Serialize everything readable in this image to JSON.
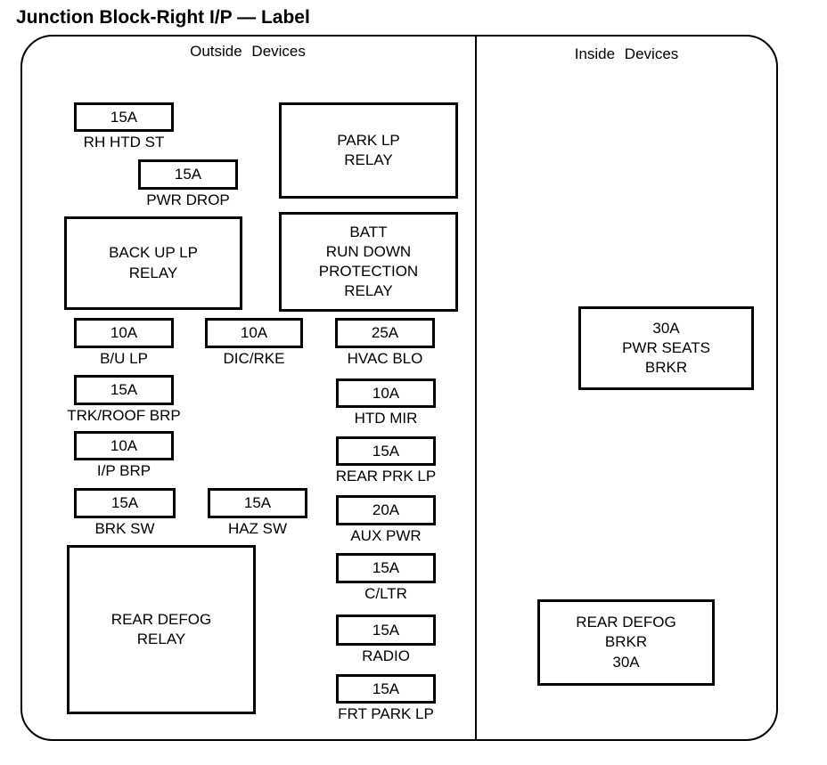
{
  "title": "Junction Block-Right I/P — Label",
  "panels": {
    "outside_header": "Outside Devices",
    "inside_header": "Inside Devices"
  },
  "fuses": {
    "rh_htd_st": {
      "amp": "15A",
      "label": "RH HTD ST"
    },
    "pwr_drop": {
      "amp": "15A",
      "label": "PWR DROP"
    },
    "bu_lp": {
      "amp": "10A",
      "label": "B/U LP"
    },
    "dic_rke": {
      "amp": "10A",
      "label": "DIC/RKE"
    },
    "hvac_blo": {
      "amp": "25A",
      "label": "HVAC BLO"
    },
    "trk_roof_brp": {
      "amp": "15A",
      "label": "TRK/ROOF BRP"
    },
    "htd_mir": {
      "amp": "10A",
      "label": "HTD MIR"
    },
    "ip_brp": {
      "amp": "10A",
      "label": "I/P BRP"
    },
    "rear_prk_lp": {
      "amp": "15A",
      "label": "REAR PRK LP"
    },
    "brk_sw": {
      "amp": "15A",
      "label": "BRK SW"
    },
    "haz_sw": {
      "amp": "15A",
      "label": "HAZ SW"
    },
    "aux_pwr": {
      "amp": "20A",
      "label": "AUX PWR"
    },
    "cltr": {
      "amp": "15A",
      "label": "C/LTR"
    },
    "radio": {
      "amp": "15A",
      "label": "RADIO"
    },
    "frt_park_lp": {
      "amp": "15A",
      "label": "FRT PARK LP"
    }
  },
  "relays": {
    "park_lp": {
      "text": "PARK LP\nRELAY"
    },
    "back_up_lp": {
      "text": "BACK UP LP\nRELAY"
    },
    "batt_run_down": {
      "text": "BATT\nRUN DOWN\nPROTECTION\nRELAY"
    },
    "rear_defog": {
      "text": "REAR DEFOG\nRELAY"
    }
  },
  "breakers": {
    "pwr_seats": {
      "text": "30A\nPWR SEATS\nBRKR"
    },
    "rear_defog": {
      "text": "REAR DEFOG\nBRKR\n30A"
    }
  },
  "colors": {
    "line": "#000000",
    "background": "#ffffff"
  }
}
